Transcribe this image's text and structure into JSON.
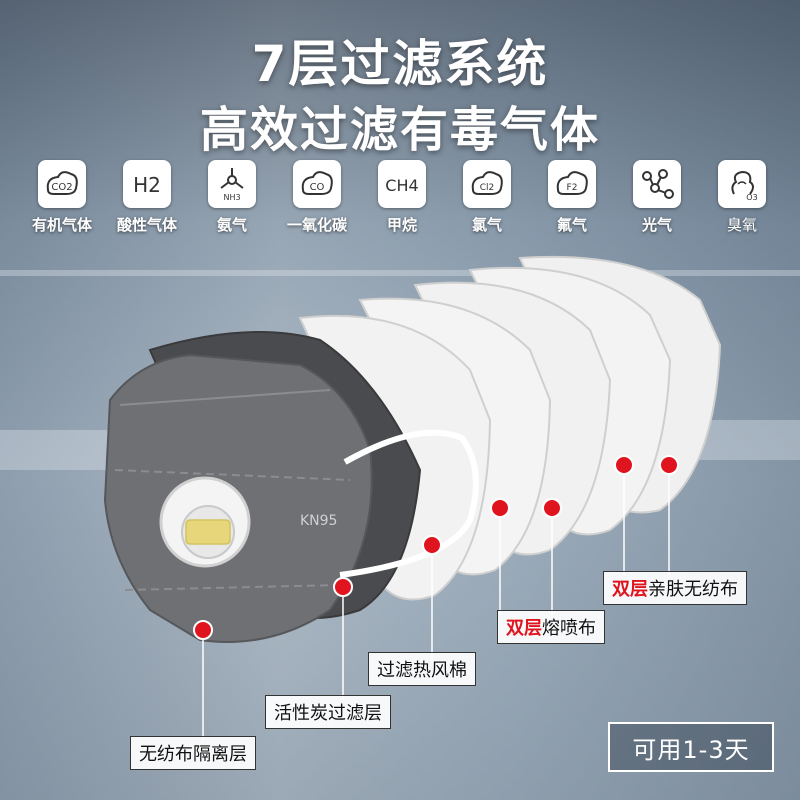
{
  "headline": {
    "line1": "7层过滤系统",
    "line2": "高效过滤有毒气体"
  },
  "gases": [
    {
      "icon": "co2-icon",
      "symbol": "CO2",
      "label": "有机气体"
    },
    {
      "icon": "h2-icon",
      "symbol": "H2",
      "label": "酸性气体"
    },
    {
      "icon": "ammonia-molecule-icon",
      "symbol": "NH3",
      "label": "氨气"
    },
    {
      "icon": "co-icon",
      "symbol": "CO",
      "label": "一氧化碳"
    },
    {
      "icon": "ch4-icon",
      "symbol": "CH4",
      "label": "甲烷"
    },
    {
      "icon": "cl2-cloud-icon",
      "symbol": "Cl2",
      "label": "氯气"
    },
    {
      "icon": "f2-cloud-icon",
      "symbol": "F2",
      "label": "氟气"
    },
    {
      "icon": "molecule-icon",
      "symbol": "",
      "label": "光气"
    },
    {
      "icon": "o3-smoke-icon",
      "symbol": "O3",
      "label": "臭氧"
    }
  ],
  "mask": {
    "print": "KN95"
  },
  "layers": [
    {
      "highlight": "",
      "text": "无纺布隔离层"
    },
    {
      "highlight": "",
      "text": "活性炭过滤层"
    },
    {
      "highlight": "",
      "text": "过滤热风棉"
    },
    {
      "highlight": "双层",
      "text": "熔喷布"
    },
    {
      "highlight": "双层",
      "text": "亲肤无纺布"
    }
  ],
  "badge": "可用1-3天",
  "colors": {
    "marker_red": "#e0141e",
    "text_white": "#ffffff",
    "mask_gray": "#6e7074",
    "layer_white": "#f2f2f2"
  }
}
